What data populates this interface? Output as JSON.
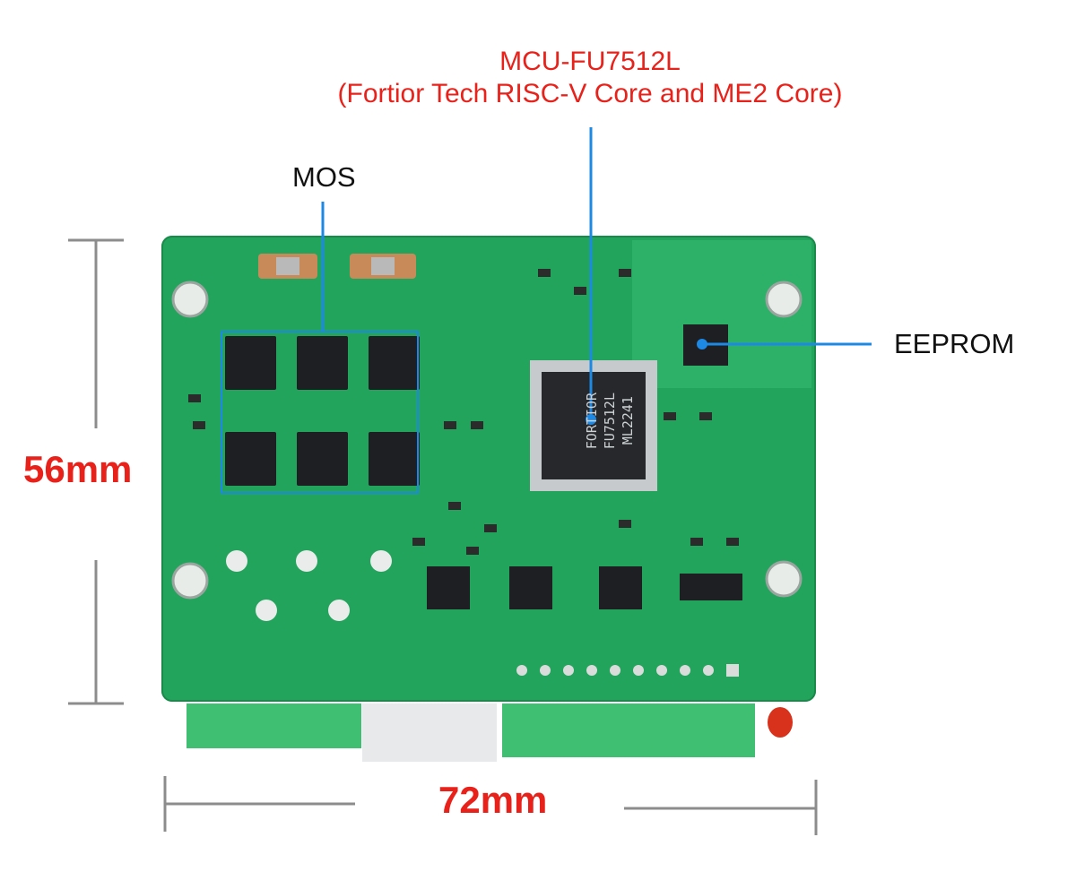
{
  "labels": {
    "mcu_title": "MCU-FU7512L",
    "mcu_subtitle": "(Fortior Tech RISC-V Core and ME2 Core)",
    "mos": "MOS",
    "eeprom": "EEPROM",
    "height": "56mm",
    "width": "72mm"
  },
  "chip": {
    "line1": "FORTIOR",
    "line2": "FU7512L",
    "line3": "ML2241"
  },
  "colors": {
    "annotation_red": "#e8221b",
    "pointer_blue": "#1e88e5",
    "pcb_green": "#22a45c",
    "dimension_gray": "#8c8c8c"
  }
}
